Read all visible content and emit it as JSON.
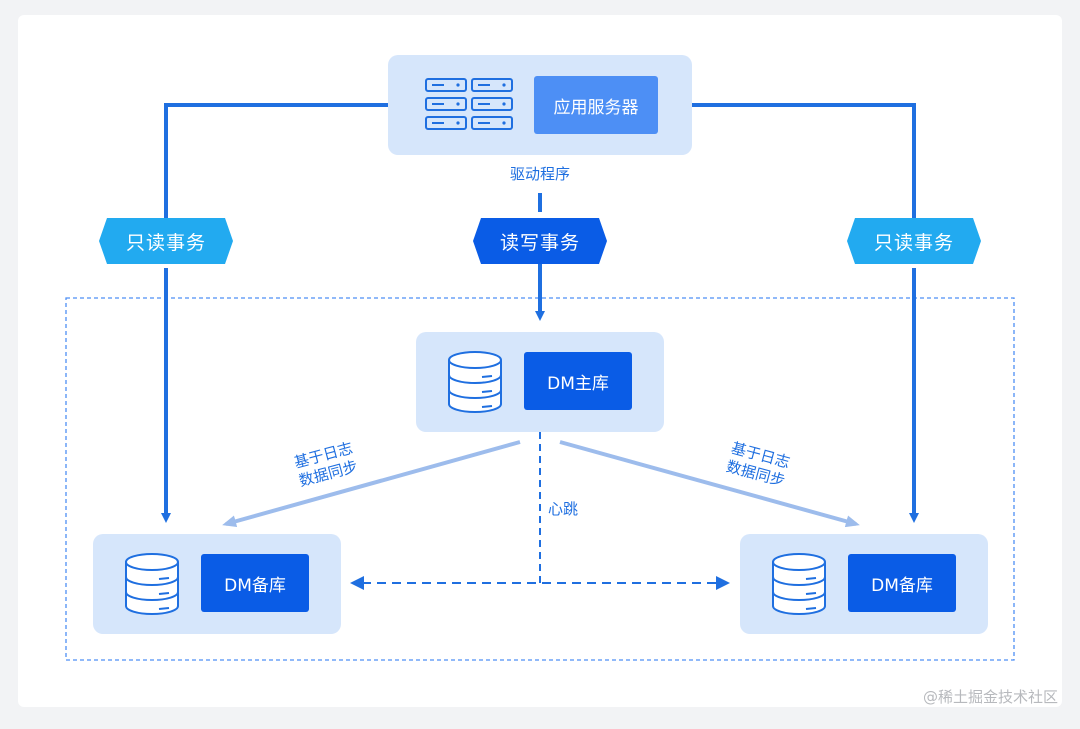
{
  "colors": {
    "arrow_primary": "#1f6fe0",
    "arrow_sync": "#9dbcec",
    "box_bg": "#d6e6fb",
    "label_primary": "#0a5ce6",
    "label_app": "#4d8ff5",
    "ribbon_readonly": "#22aaf0",
    "ribbon_readwrite": "#0a5ce6"
  },
  "nodes": {
    "app_server": {
      "label": "应用服务器",
      "icon": "server-rack-icon"
    },
    "dm_primary": {
      "label": "DM主库",
      "icon": "database-icon"
    },
    "dm_standby_left": {
      "label": "DM备库",
      "icon": "database-icon"
    },
    "dm_standby_right": {
      "label": "DM备库",
      "icon": "database-icon"
    }
  },
  "edges": {
    "driver": "驱动程序",
    "read_only_left": "只读事务",
    "read_write": "读写事务",
    "read_only_right": "只读事务",
    "log_sync_left": [
      "基于日志",
      "数据同步"
    ],
    "log_sync_right": [
      "基于日志",
      "数据同步"
    ],
    "heartbeat": "心跳"
  },
  "watermark": "@稀土掘金技术社区"
}
